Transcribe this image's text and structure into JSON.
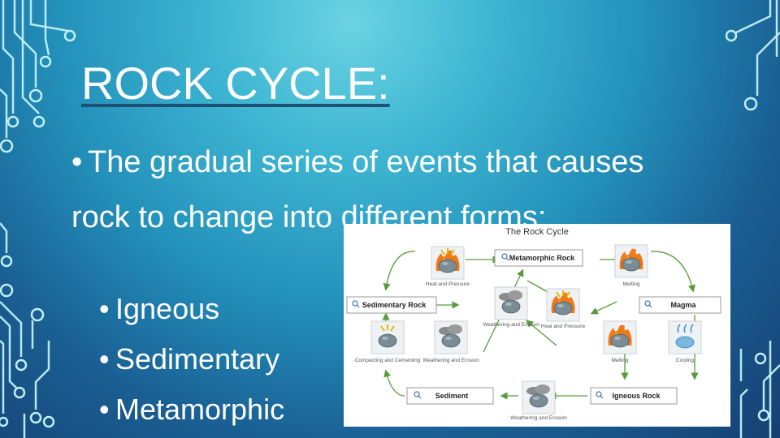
{
  "slide": {
    "title": "ROCK CYCLE:",
    "bullet_char": "•",
    "main_text": "The gradual series of events that causes rock to change into different forms:",
    "items": [
      "Igneous",
      "Sedimentary",
      "Metamorphic"
    ]
  },
  "diagram": {
    "title": "The Rock Cycle",
    "rocks": [
      "Metamorphic Rock",
      "Sedimentary Rock",
      "Magma",
      "Sediment",
      "Igneous Rock"
    ],
    "processes": {
      "heat_pressure_top": "Heat and Pressure",
      "melting_top": "Melting",
      "weathering_center": "Weathering and Erosion",
      "heat_pressure_center": "Heat and Pressure",
      "compacting": "Compacting and Cementing",
      "weathering_left": "Weathering and Erosion",
      "melting_right": "Melting",
      "cooling": "Cooling",
      "weathering_bottom": "Weathering and Erosion"
    }
  },
  "colors": {
    "text": "#ffffff",
    "circuit": "#bff0f6",
    "arrow": "#5a9a3a",
    "fire": "#f07a18",
    "rock": "#7a8c96"
  }
}
